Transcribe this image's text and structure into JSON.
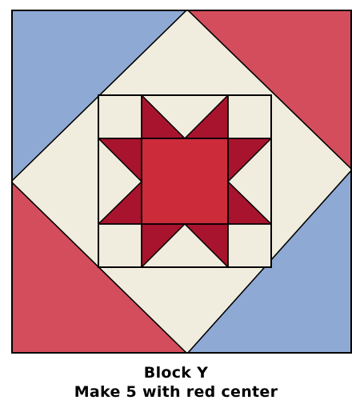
{
  "block": {
    "title": "Block Y",
    "instruction": "Make 5 with red center"
  },
  "colors": {
    "blue": "#8FA9D5",
    "red_corner": "#D44D5C",
    "cream": "#F0ECDE",
    "star_point": "#A8132D",
    "center": "#CC2B3A",
    "outline": "#000000"
  },
  "pattern": {
    "name": "sawtooth-star-in-square-in-a-square",
    "corner_fabric_order": [
      "blue",
      "red_corner",
      "blue",
      "red_corner"
    ]
  }
}
